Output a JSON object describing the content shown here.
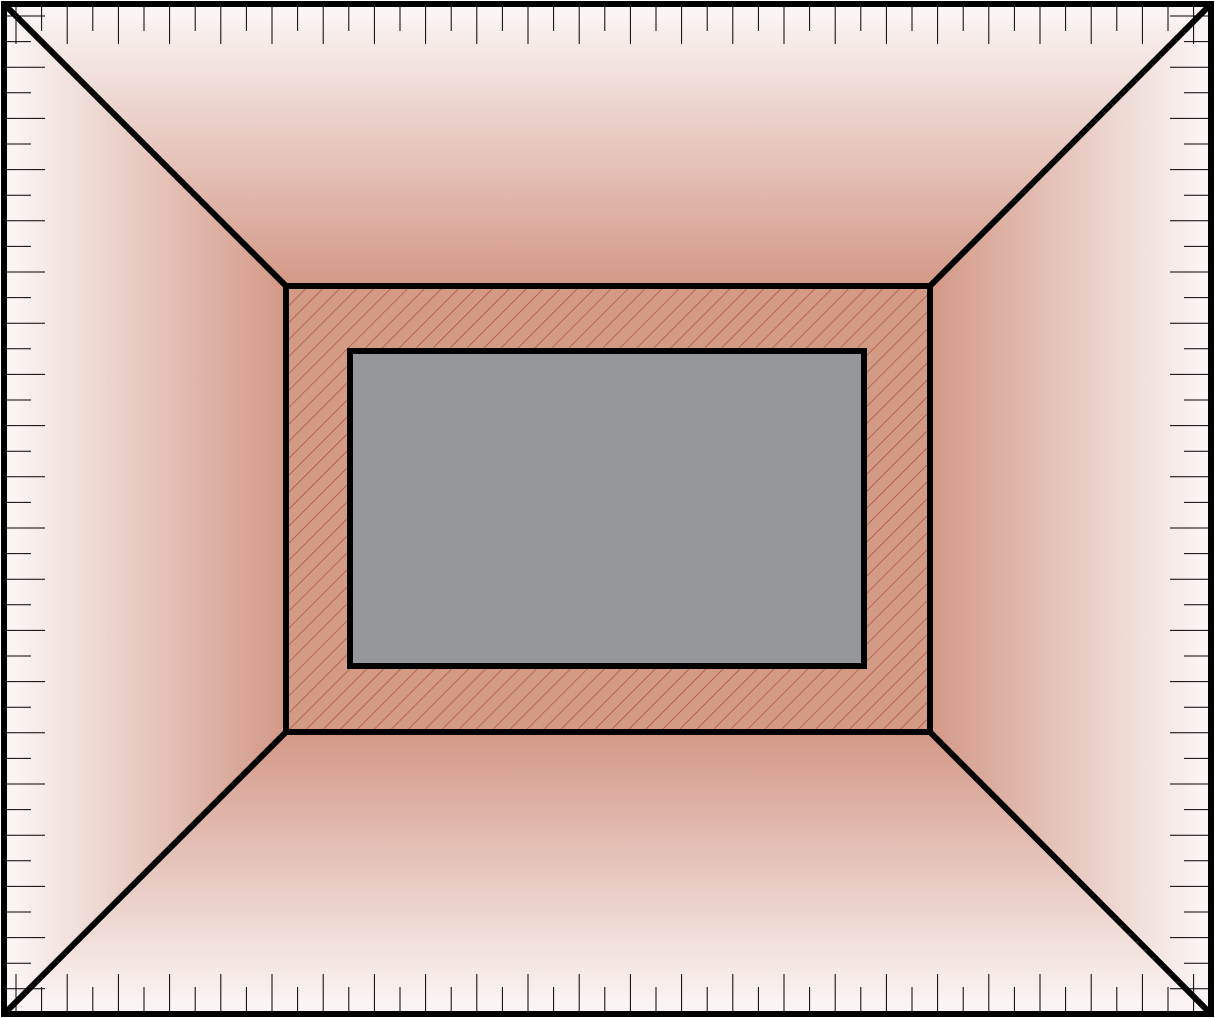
{
  "diagram": {
    "kind": "top-down view of a recessed rectangular pit / hole with beveled (sloped) walls and a hatched ledge around a flat bottom",
    "outer_frame": {
      "stroke_color": "#000000",
      "background_color": "#ffffff",
      "has_ruler_ticks": true
    },
    "sloped_walls": {
      "color_outer": "#fbf7f6",
      "color_inner": "#d39887",
      "walls": [
        "top",
        "right",
        "bottom",
        "left"
      ]
    },
    "ledge": {
      "fill_color": "#d39a84",
      "hatch_color": "#a84040",
      "hatch_direction": "diagonal"
    },
    "floor": {
      "fill_color": "#96979b"
    },
    "edge_color": "#000000"
  }
}
